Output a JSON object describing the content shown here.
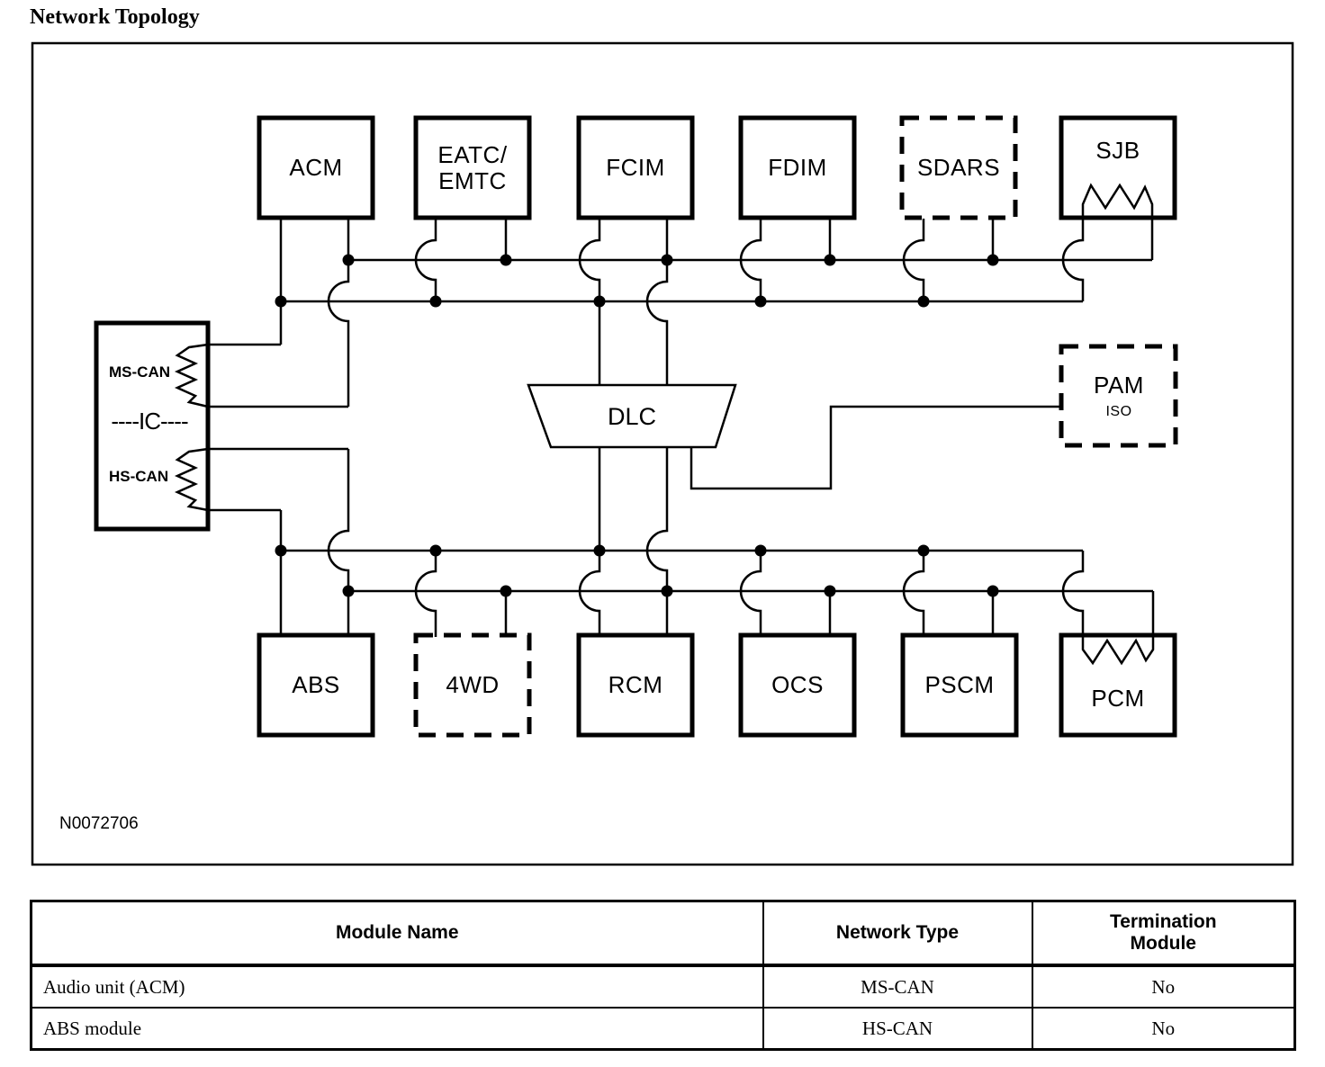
{
  "title": "Network Topology",
  "figure_id": "N0072706",
  "colors": {
    "ink": "#000000",
    "background": "#ffffff"
  },
  "diagram": {
    "top_row": [
      {
        "label": "ACM",
        "style": "solid"
      },
      {
        "label": "EATC/EMTC",
        "line1": "EATC/",
        "line2": "EMTC",
        "style": "solid"
      },
      {
        "label": "FCIM",
        "style": "solid"
      },
      {
        "label": "FDIM",
        "style": "solid"
      },
      {
        "label": "SDARS",
        "style": "dashed"
      },
      {
        "label": "SJB",
        "style": "solid",
        "termination_resistor": true
      }
    ],
    "left_module": {
      "label": "----IC----",
      "upper_network": "MS-CAN",
      "lower_network": "HS-CAN",
      "termination_resistor": true
    },
    "center_module": {
      "label": "DLC",
      "shape": "trapezoid"
    },
    "right_module": {
      "label": "PAM",
      "sublabel": "ISO",
      "style": "dashed"
    },
    "bottom_row": [
      {
        "label": "ABS",
        "style": "solid"
      },
      {
        "label": "4WD",
        "style": "dashed"
      },
      {
        "label": "RCM",
        "style": "solid"
      },
      {
        "label": "OCS",
        "style": "solid"
      },
      {
        "label": "PSCM",
        "style": "solid"
      },
      {
        "label": "PCM",
        "style": "solid",
        "termination_resistor": true
      }
    ],
    "buses": [
      {
        "name": "MS-CAN",
        "lines": 2
      },
      {
        "name": "HS-CAN",
        "lines": 2
      }
    ]
  },
  "table": {
    "headers": [
      "Module Name",
      "Network Type",
      "Termination\nModule"
    ],
    "rows": [
      [
        "Audio unit (ACM)",
        "MS-CAN",
        "No"
      ],
      [
        "ABS module",
        "HS-CAN",
        "No"
      ]
    ]
  }
}
